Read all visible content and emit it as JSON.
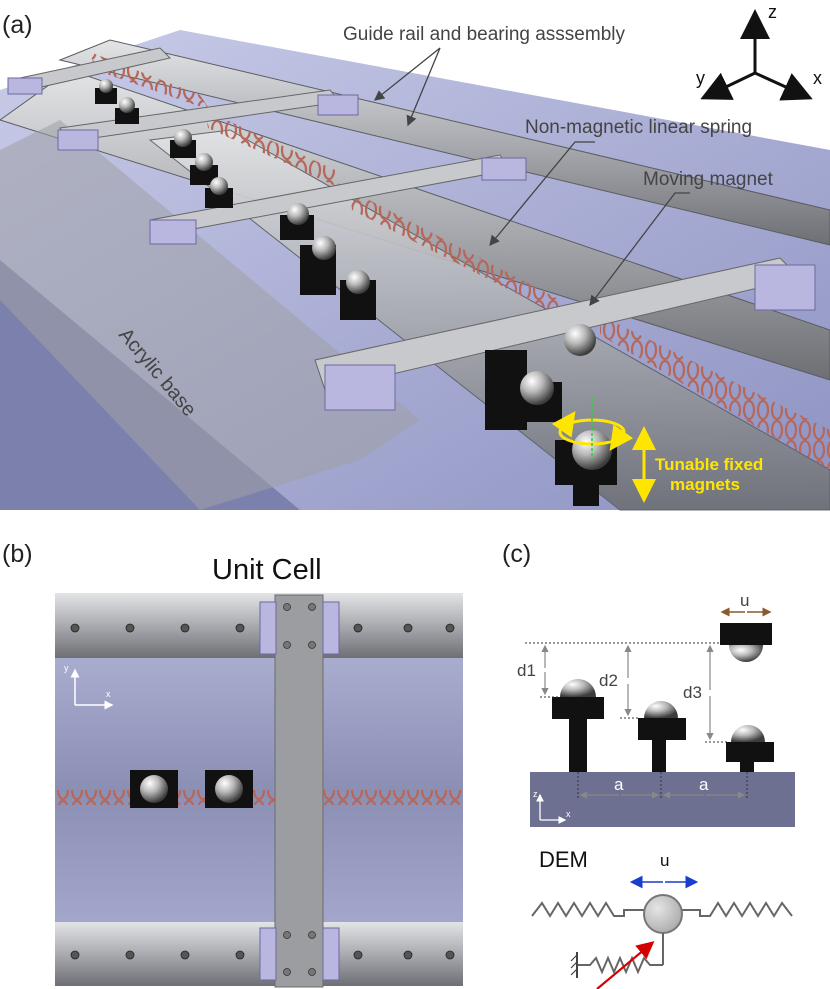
{
  "panels": {
    "a": "(a)",
    "b": "(b)",
    "c": "(c)"
  },
  "panel_a": {
    "guide_rail": "Guide rail and bearing asssembly",
    "spring": "Non-magnetic linear spring",
    "moving_magnet": "Moving magnet",
    "base": "Acrylic base",
    "tunable_line1": "Tunable fixed",
    "tunable_line2": "magnets",
    "axes": {
      "z": "z",
      "y": "y",
      "x": "x"
    }
  },
  "panel_b": {
    "title": "Unit Cell",
    "axis_y": "y",
    "axis_x": "x"
  },
  "panel_c": {
    "u_top": "u",
    "d1": "d1",
    "d2": "d2",
    "d3": "d3",
    "a1": "a",
    "a2": "a",
    "axis_z": "z",
    "axis_x": "x",
    "dem_title": "DEM",
    "u_dem": "u"
  },
  "colors": {
    "yellow_annotation": "#ffe600",
    "spring_copper": "#b5675a",
    "base_lavender": "#aeb3d8",
    "dem_arrow_blue": "#1a3ccf",
    "dem_arrow_red": "#d40000"
  }
}
